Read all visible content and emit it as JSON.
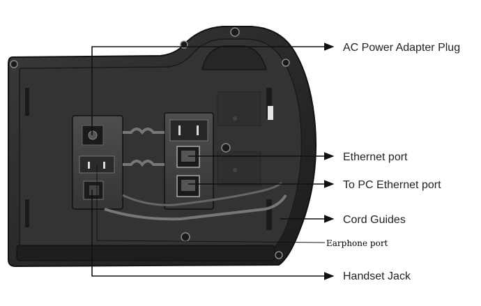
{
  "callouts": {
    "ac_power": "AC Power Adapter Plug",
    "ethernet": "Ethernet port",
    "pc_ethernet": "To PC Ethernet port",
    "cord_guides": "Cord Guides",
    "earphone": "Earphone port",
    "handset": "Handset Jack"
  },
  "colors": {
    "body_dark": "#2b2b2b",
    "body_mid": "#4a4a4a",
    "panel": "#3a3a3a",
    "line": "#111111",
    "background": "#ffffff"
  },
  "icons": [
    "screw-icon",
    "rj45-jack-icon",
    "dc-power-jack-icon",
    "arrow-right-icon"
  ]
}
